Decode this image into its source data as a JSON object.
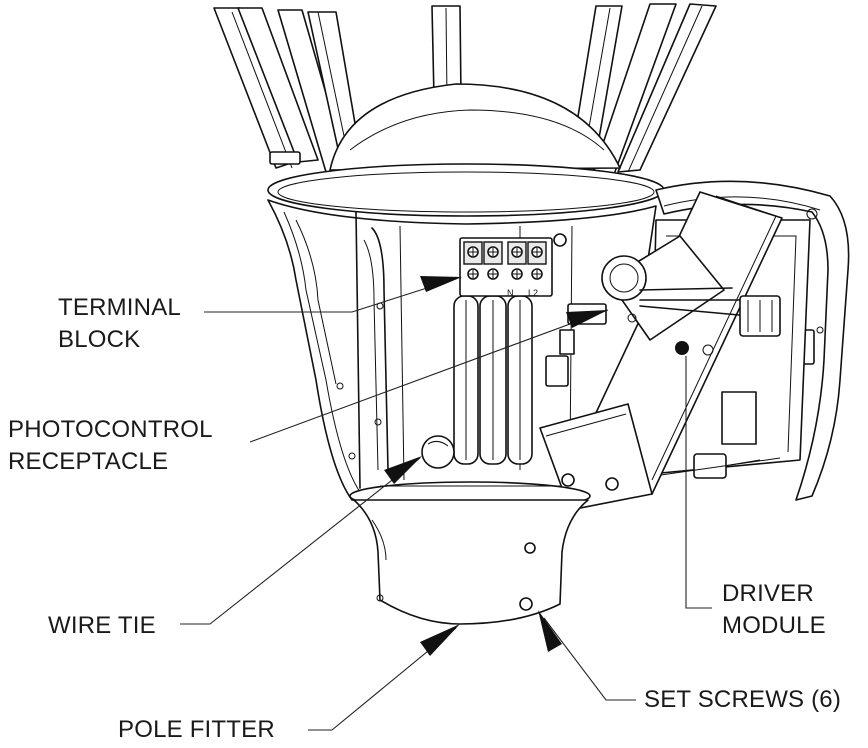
{
  "callouts": {
    "terminal_block": {
      "lines": [
        "TERMINAL",
        "BLOCK"
      ]
    },
    "photocontrol_receptacle": {
      "lines": [
        "PHOTOCONTROL",
        "RECEPTACLE"
      ]
    },
    "wire_tie": {
      "lines": [
        "WIRE TIE"
      ]
    },
    "pole_fitter": {
      "lines": [
        "POLE FITTER"
      ]
    },
    "driver_module": {
      "lines": [
        "DRIVER",
        "MODULE"
      ]
    },
    "set_screws": {
      "lines": [
        "SET SCREWS (6)"
      ]
    }
  },
  "terminal_marks": {
    "n": "N",
    "l2": "L2"
  }
}
